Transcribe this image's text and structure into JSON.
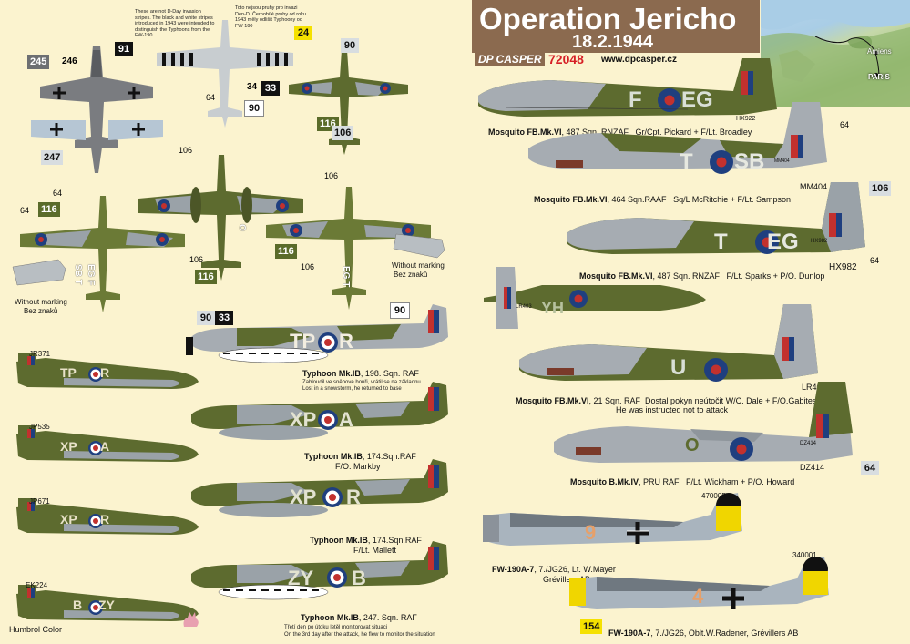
{
  "header": {
    "title": "Operation Jericho",
    "date": "18.2.1944",
    "brand": "DP CASPER",
    "catalog": "72048",
    "website": "www.dpcasper.cz"
  },
  "map": {
    "labels": [
      "Amiens",
      "PARIS"
    ]
  },
  "notes": {
    "invasion_en": "These are not D-Day invasion stripes. The black and white stripes introduced in 1943 were intended to distinguish the Typhoons from the FW-190",
    "invasion_cz": "Toto nejsou pruhy pro invazi Den-D. Černobílé pruhy od roku 1943 měly odlišit Typhoony od FW-190",
    "snowstorm_cz": "Zabloudil ve sněhové bouři, vrátil se na základnu",
    "snowstorm_en": "Lost in a snowstorm, he returned to base",
    "monitor_cz": "Třetí den po útoku letěl monitorovat situaci",
    "monitor_en": "On the 3rd day after the attack, he flew to monitor the situation",
    "attack_en": "He was instructed not to attack",
    "without_marking_1": "Without marking",
    "bez_znaku_1": "Bez znaků",
    "without_marking_2": "Without marking",
    "bez_znaku_2": "Bez znaků",
    "humbrol": "Humbrol Color"
  },
  "codes": {
    "fw190_black_top": "91",
    "fw_dark_grey": "245",
    "fw_grey": "246",
    "fw_light_blue": "247",
    "yellow": "24",
    "black": "33",
    "white_34": "34",
    "light_grey": "64",
    "sky": "90",
    "dark_green": "116",
    "medium_grey": "106",
    "yellow_154": "154"
  },
  "mosquitos": [
    {
      "code_left": "F",
      "code_right": "EG",
      "serial": "HX922",
      "model": "Mosquito FB.Mk.VI",
      "unit": ", 487 Sqn. RNZAF",
      "crew": "Gr/Cpt. Pickard + F/Lt. Broadley"
    },
    {
      "code_left": "T",
      "code_right": "SB",
      "serial": "MM404",
      "serial2": "MM404",
      "model": "Mosquito FB.Mk.VI",
      "unit": ", 464 Sqn.RAAF",
      "crew": "Sq/L McRitchie + F/Lt. Sampson"
    },
    {
      "code_left": "T",
      "code_right": "EG",
      "serial": "HX982",
      "serial2": "HX982",
      "model": "Mosquito FB.Mk.VI",
      "unit": ", 487 Sqn. RNZAF",
      "crew": "F/Lt. Sparks + P/O. Dunlop"
    },
    {
      "code_left": "YH",
      "code_right": "U",
      "serial": "LR403",
      "serial2": "LR403",
      "model": "Mosquito FB.Mk.VI",
      "unit": ", 21 Sqn. RAF",
      "crew": "Dostal pokyn neútočit  W/C. Dale + F/O.Gabites"
    },
    {
      "code_left": "",
      "code_right": "O",
      "serial": "DZ414",
      "serial2": "DZ414",
      "model": "Mosquito   B.Mk.IV",
      "unit": ", PRU  RAF",
      "crew": "F/Lt. Wickham + P/O. Howard"
    }
  ],
  "typhoons": [
    {
      "code": "TP",
      "letter": "R",
      "serial": "JR371",
      "model": "Typhoon Mk.IB",
      "unit": ", 198. Sqn. RAF"
    },
    {
      "code": "XP",
      "letter": "A",
      "serial": "JP535",
      "model": "Typhoon Mk.IB",
      "unit": ", 174.Sqn.RAF",
      "crew": "F/O. Markby"
    },
    {
      "code": "XP",
      "letter": "R",
      "serial": "JP671",
      "model": "Typhoon Mk.IB",
      "unit": ", 174.Sqn.RAF",
      "crew": "F/Lt. Mallett"
    },
    {
      "code": "ZY",
      "letter": "B",
      "serial": "EK224",
      "model": "Typhoon Mk.IB",
      "unit": ", 247. Sqn. RAF"
    }
  ],
  "fw190s": [
    {
      "werk": "470005",
      "model": "FW-190A-7",
      "unit": ", 7./JG26, Lt. W.Mayer",
      "base": "Grévillers AB",
      "number": "9"
    },
    {
      "werk": "340001",
      "model": "FW-190A-7",
      "unit": ", 7./JG26, Oblt.W.Radener, Grévillers AB",
      "number": "4"
    }
  ],
  "plan_codes": {
    "sb_t": "SB T",
    "eg_f": "EG F",
    "eg_t": "EG T",
    "o": "O"
  },
  "colors": {
    "background": "#fbf3cf",
    "title_bg": "#8b6a4f",
    "raf_green": "#5d6b2f",
    "raf_grey": "#a6acb2",
    "catalog_red": "#d61f26"
  }
}
